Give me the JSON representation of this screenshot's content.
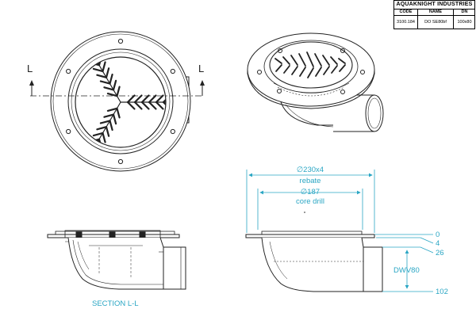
{
  "title_block": {
    "company": "AQUAKNIGHT INDUSTRIES",
    "headers": [
      "CODE",
      "NAME",
      "DN"
    ],
    "values": [
      "3100.184",
      "DO SE80bf",
      "100x80"
    ]
  },
  "section_markers": {
    "left": "L",
    "right": "L"
  },
  "section_caption": "SECTION L-L",
  "dimensions": {
    "rebate_value": "∅230x4",
    "rebate_label": "rebate",
    "core_value": "∅187",
    "core_label": "core drill",
    "level_0": "0",
    "level_4": "4",
    "level_26": "26",
    "outlet_label": "DWV80",
    "level_102": "102"
  },
  "colors": {
    "line": "#222222",
    "dimension": "#2aa6c4",
    "caption": "#2aa6c4"
  }
}
